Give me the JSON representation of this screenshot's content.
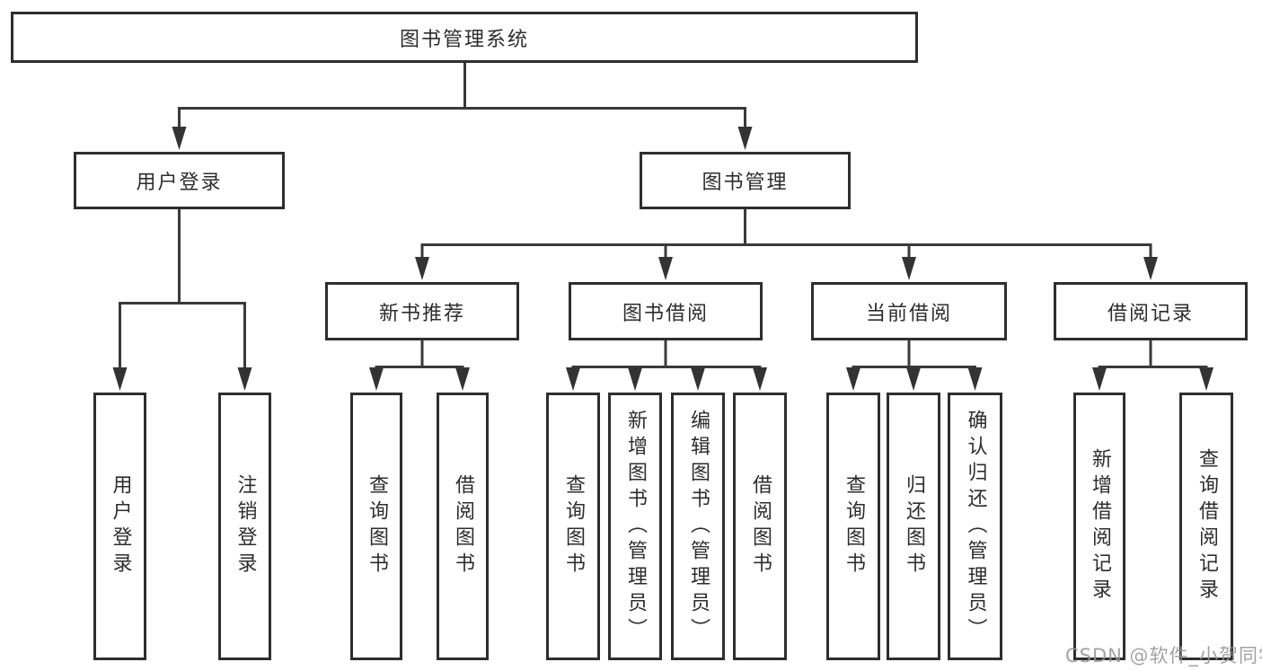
{
  "tree": {
    "label": "图书管理系统",
    "children": [
      {
        "label": "用户登录",
        "children": [
          {
            "label": "用户登录"
          },
          {
            "label": "注销登录"
          }
        ]
      },
      {
        "label": "图书管理",
        "children": [
          {
            "label": "新书推荐",
            "children": [
              {
                "label": "查询图书"
              },
              {
                "label": "借阅图书"
              }
            ]
          },
          {
            "label": "图书借阅",
            "children": [
              {
                "label": "查询图书"
              },
              {
                "label": "新增图书（管理员）"
              },
              {
                "label": "编辑图书（管理员）"
              },
              {
                "label": "借阅图书"
              }
            ]
          },
          {
            "label": "当前借阅",
            "children": [
              {
                "label": "查询图书"
              },
              {
                "label": "归还图书"
              },
              {
                "label": "确认归还（管理员）"
              }
            ]
          },
          {
            "label": "借阅记录",
            "children": [
              {
                "label": "新增借阅记录"
              },
              {
                "label": "查询借阅记录"
              }
            ]
          }
        ]
      }
    ]
  },
  "watermark": {
    "text": "CSDN @软件_小贺同学"
  },
  "colors": {
    "line": "#3a3a3a",
    "arrow": "#333333",
    "box_border": "#2e2e2e",
    "text": "#2d2d2d",
    "watermark": "#969696",
    "background": "#ffffff"
  }
}
